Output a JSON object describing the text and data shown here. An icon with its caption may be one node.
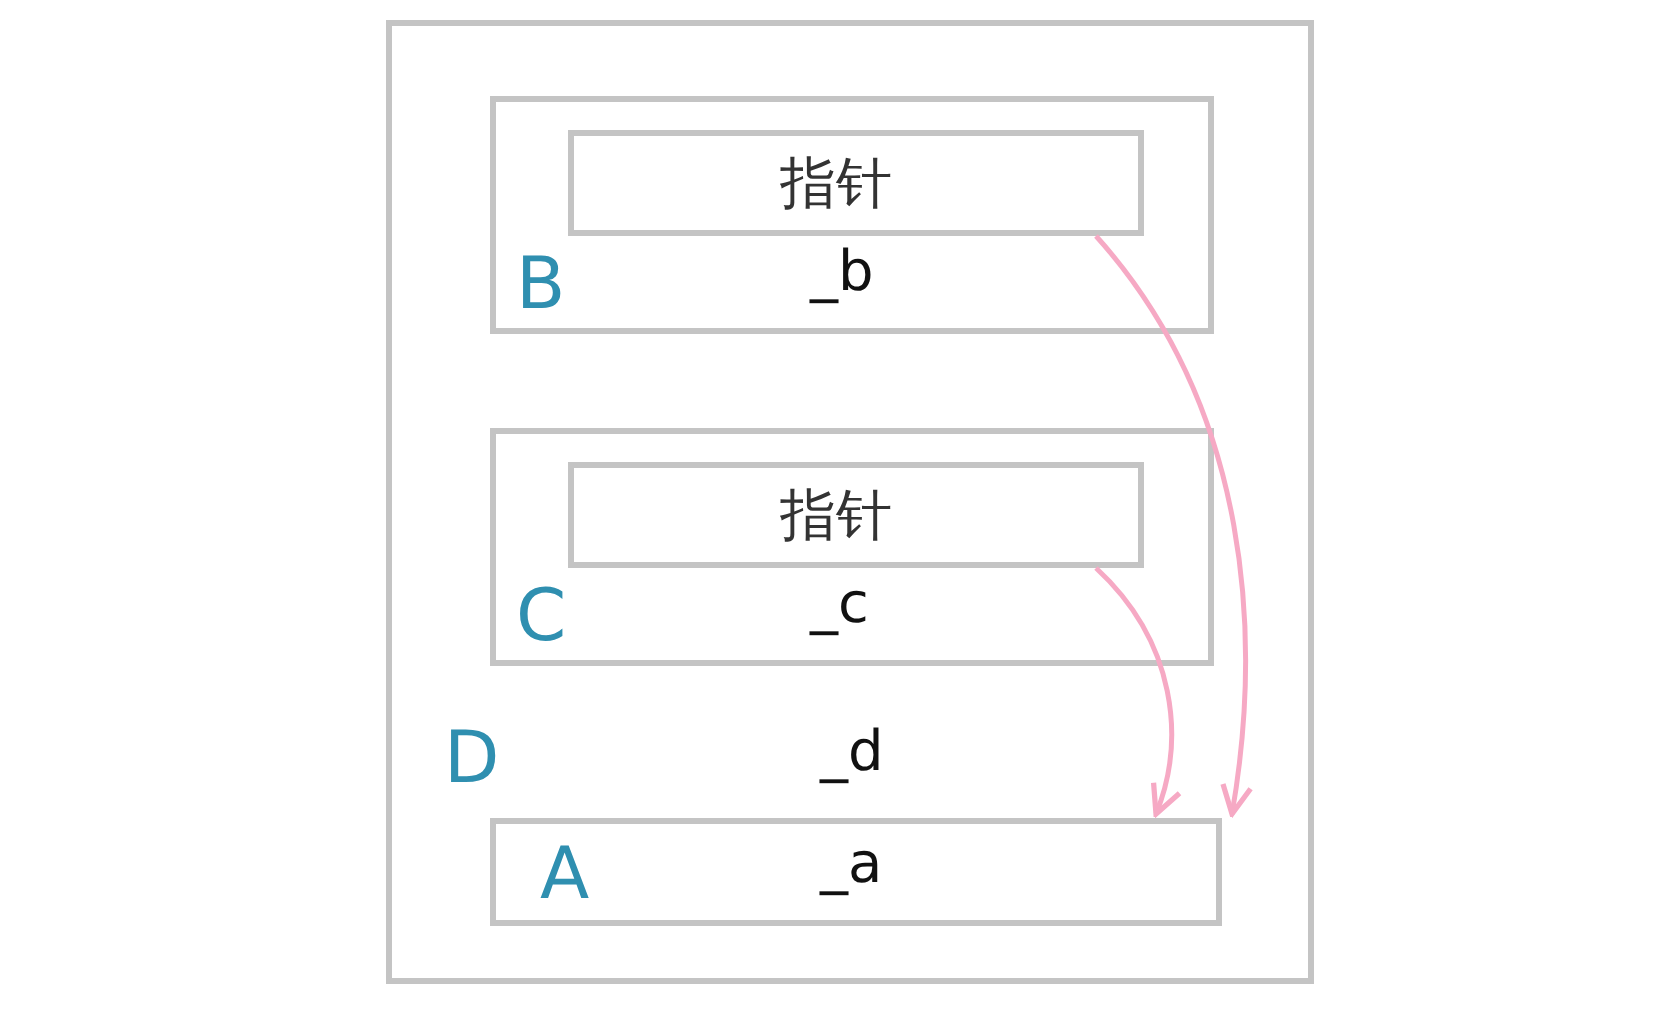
{
  "diagram": {
    "nodes": [
      {
        "text": [
          "D",
          "_d"
        ]
      },
      {
        "text": [
          "B",
          "_b"
        ],
        "in": 0
      },
      {
        "text": [
          "指针"
        ],
        "in": 1
      },
      {
        "text": [
          "C",
          "_c"
        ],
        "in": 0
      },
      {
        "text": [
          "指针"
        ],
        "in": 3
      },
      {
        "text": [
          "A",
          "_a"
        ],
        "in": 0
      }
    ],
    "edges": [
      {
        "from": 2,
        "to": 5,
        "arrow": "to",
        "color": "#f6a9c4"
      },
      {
        "from": 4,
        "to": 5,
        "arrow": "to",
        "color": "#f6a9c4"
      }
    ]
  }
}
